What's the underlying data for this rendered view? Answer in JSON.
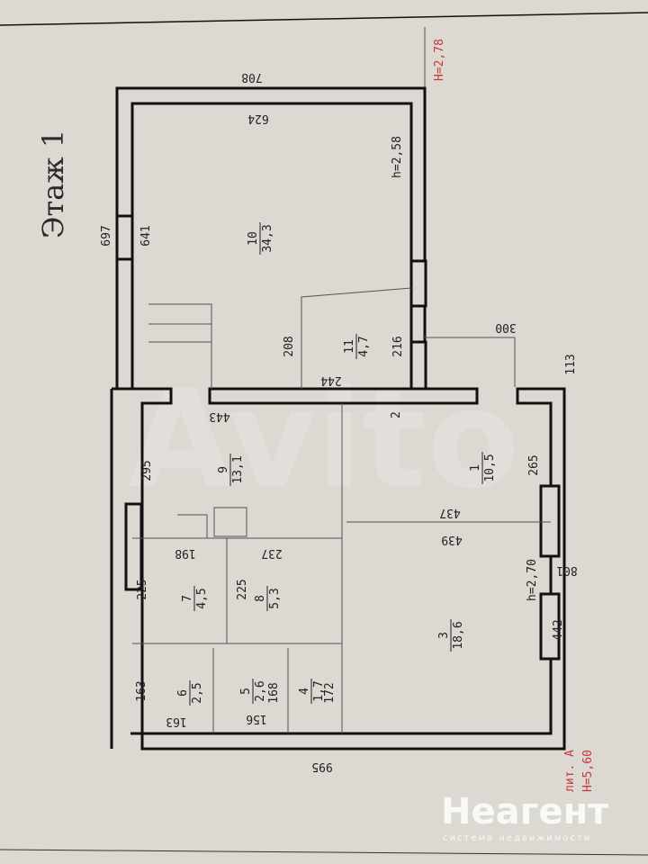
{
  "title": "Этаж 1",
  "heights": {
    "building": "H=2,78",
    "room10": "h=2,58",
    "main": "h=2,70",
    "lit_height": "H=5,60"
  },
  "lit": "лит. А",
  "dimensions": {
    "d708": "708",
    "d624": "624",
    "d697": "697",
    "d641": "641",
    "d208": "208",
    "d216": "216",
    "d300": "300",
    "d113": "113",
    "d244": "244",
    "d443": "443",
    "d295": "295",
    "d265": "265",
    "d437": "437",
    "d439": "439",
    "d198": "198",
    "d237": "237",
    "d225a": "225",
    "d225b": "225",
    "d801": "801",
    "d442": "442",
    "d163a": "163",
    "d163b": "163",
    "d168": "168",
    "d172": "172",
    "d156": "156",
    "d995": "995"
  },
  "rooms": [
    {
      "num": "10",
      "area": "34,3"
    },
    {
      "num": "11",
      "area": "4,7"
    },
    {
      "num": "9",
      "area": "13,1"
    },
    {
      "num": "1",
      "area": "10,5"
    },
    {
      "num": "2"
    },
    {
      "num": "7",
      "area": "4,5"
    },
    {
      "num": "8",
      "area": "5,3"
    },
    {
      "num": "3",
      "area": "18,6"
    },
    {
      "num": "6",
      "area": "2,5"
    },
    {
      "num": "5",
      "area": "2,6"
    },
    {
      "num": "4",
      "area": "1,7"
    }
  ],
  "watermark": {
    "brand": "Неагент",
    "tagline": "система недвижимости",
    "avito": "Avito"
  }
}
